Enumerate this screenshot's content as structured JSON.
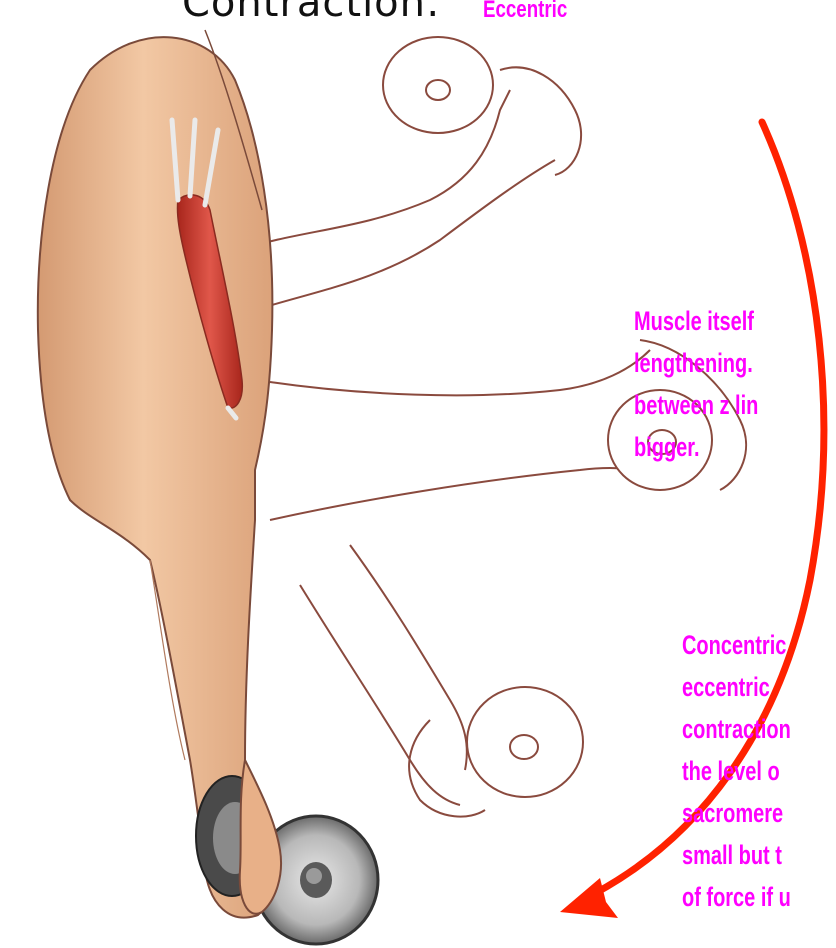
{
  "title": "Contraction:",
  "tag": "Eccentric",
  "note_lengthening": [
    "Muscle itself",
    "lengthening.",
    "between z lin",
    "bigger."
  ],
  "note_concentric": [
    "Concentric",
    "eccentric",
    "contraction",
    "the level o",
    "sacromere",
    "small but t",
    "of force if u"
  ],
  "colors": {
    "label": "#ff00ff",
    "arrow": "#ff2200",
    "outline": "#8a4a3e",
    "skin": "#e8b088",
    "muscle": "#cc3b2e"
  }
}
